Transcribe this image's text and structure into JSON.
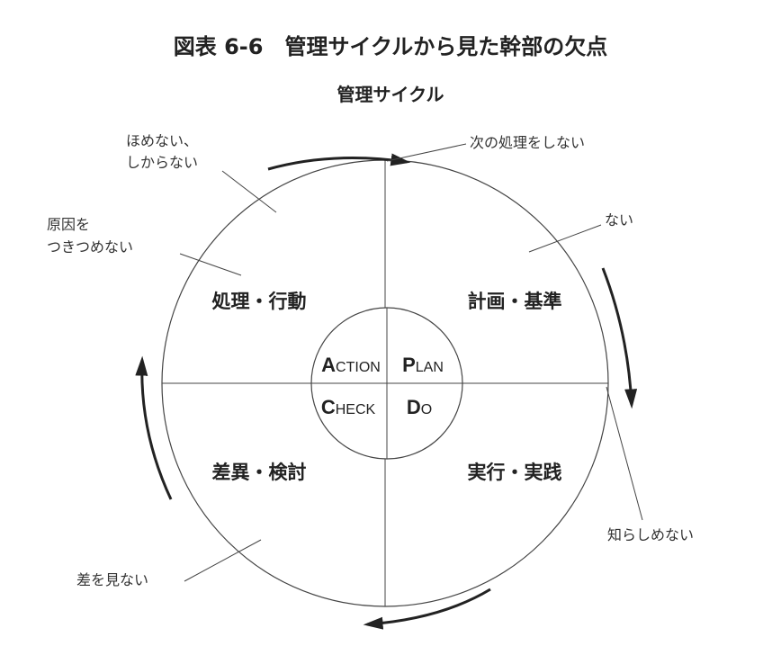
{
  "title": "図表 6-6　管理サイクルから見た幹部の欠点",
  "subtitle": "管理サイクル",
  "quadrants": {
    "action": "処理・行動",
    "plan": "計画・基準",
    "check": "差異・検討",
    "do": "実行・実践"
  },
  "inner": {
    "action": {
      "initial": "A",
      "rest": "CTION"
    },
    "plan": {
      "initial": "P",
      "rest": "LAN"
    },
    "check": {
      "initial": "C",
      "rest": "HECK"
    },
    "do": {
      "initial": "D",
      "rest": "O"
    }
  },
  "notes": {
    "praise_1": "ほめない、",
    "praise_2": "しからない",
    "cause_1": "原因を",
    "cause_2": "つきつめない",
    "next": "次の処理をしない",
    "none": "ない",
    "inform": "知らしめない",
    "diff": "差を見ない"
  }
}
